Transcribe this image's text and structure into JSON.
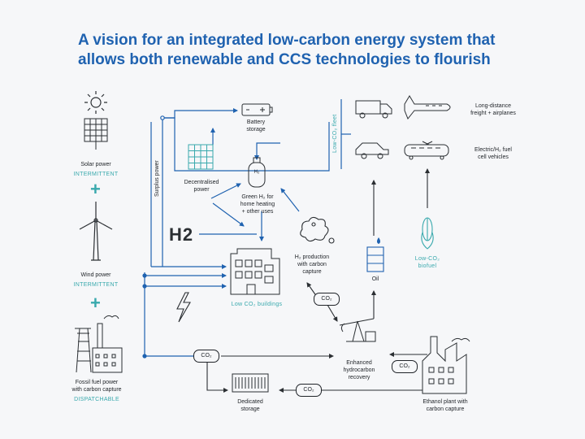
{
  "title": {
    "line1": "A vision for an integrated low-carbon energy system that",
    "line2": "allows both renewable and CCS technologies to flourish"
  },
  "colors": {
    "title": "#1f62b0",
    "arrow": "#1f62b0",
    "accent": "#39a9ad",
    "icon": "#2b2f33"
  },
  "nodes": {
    "solar": {
      "label": "Solar power",
      "tag": "INTERMITTENT"
    },
    "wind": {
      "label": "Wind power",
      "tag": "INTERMITTENT"
    },
    "fossil": {
      "label1": "Fossil fuel power",
      "label2": "with carbon capture",
      "tag": "DISPATCHABLE"
    },
    "battery": {
      "label1": "Battery",
      "label2": "storage"
    },
    "decentralised": {
      "label1": "Decentralised",
      "label2": "power"
    },
    "green_h2": {
      "label1": "Green H₂ for",
      "label2": "home heating",
      "label3": "+ other uses",
      "icon_text": "H₂"
    },
    "h2_symbol": "H2",
    "h2_production": {
      "label1": "H₂ production",
      "label2": "with carbon",
      "label3": "capture"
    },
    "buildings": {
      "label": "Low CO₂ buildings"
    },
    "oil": {
      "label": "Oil"
    },
    "biofuel": {
      "label1": "Low-CO₂",
      "label2": "biofuel"
    },
    "enhanced": {
      "label1": "Enhanced",
      "label2": "hydrocarbon",
      "label3": "recovery"
    },
    "dedicated": {
      "label1": "Dedicated",
      "label2": "storage"
    },
    "ethanol": {
      "label1": "Ethanol plant with",
      "label2": "carbon capture"
    },
    "freight": {
      "label1": "Long-distance",
      "label2": "freight + airplanes"
    },
    "vehicles": {
      "label1": "Electric/H₂ fuel",
      "label2": "cell vehicles"
    },
    "surplus": "Surplus power",
    "low_co2_fleet": "Low-CO₂ fleet",
    "co2": "CO₂"
  }
}
